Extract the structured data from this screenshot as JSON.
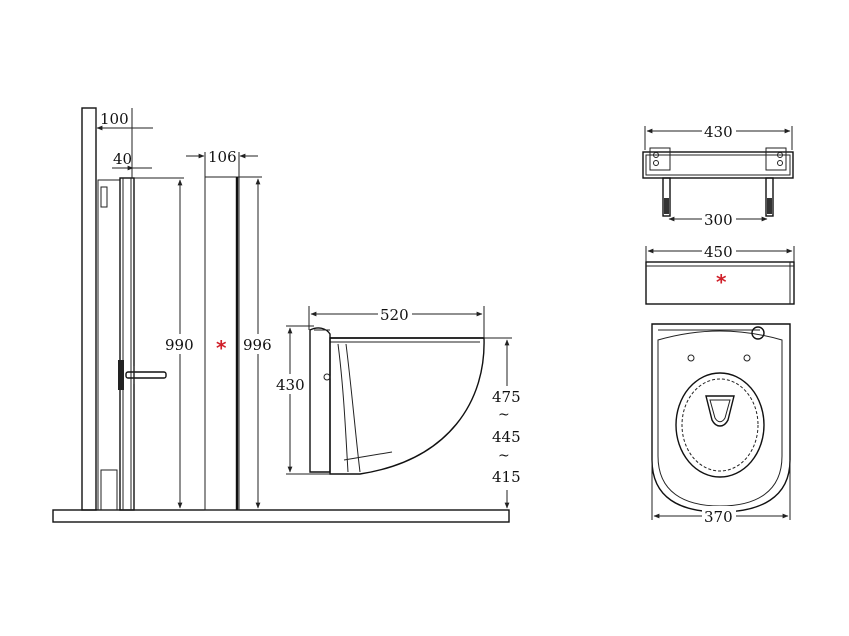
{
  "side_view": {
    "dim_frame_depth": "100",
    "dim_panel_offset": "40",
    "dim_frame_height": "990",
    "dim_cover_height": "996",
    "dim_cover_width": "106",
    "dim_bowl_length": "520",
    "dim_bowl_height": "430",
    "seat_heights": [
      "475",
      "445",
      "415"
    ],
    "wave_glyph": "~"
  },
  "top_view": {
    "dim_bracket_width": "430",
    "dim_bolt_spacing": "300"
  },
  "cover_view": {
    "dim_cover_width": "450"
  },
  "bowl_view": {
    "dim_bowl_width": "370"
  },
  "marker": {
    "symbol": "*",
    "color": "#d0202a"
  },
  "colors": {
    "line": "#222222",
    "background": "#ffffff"
  }
}
